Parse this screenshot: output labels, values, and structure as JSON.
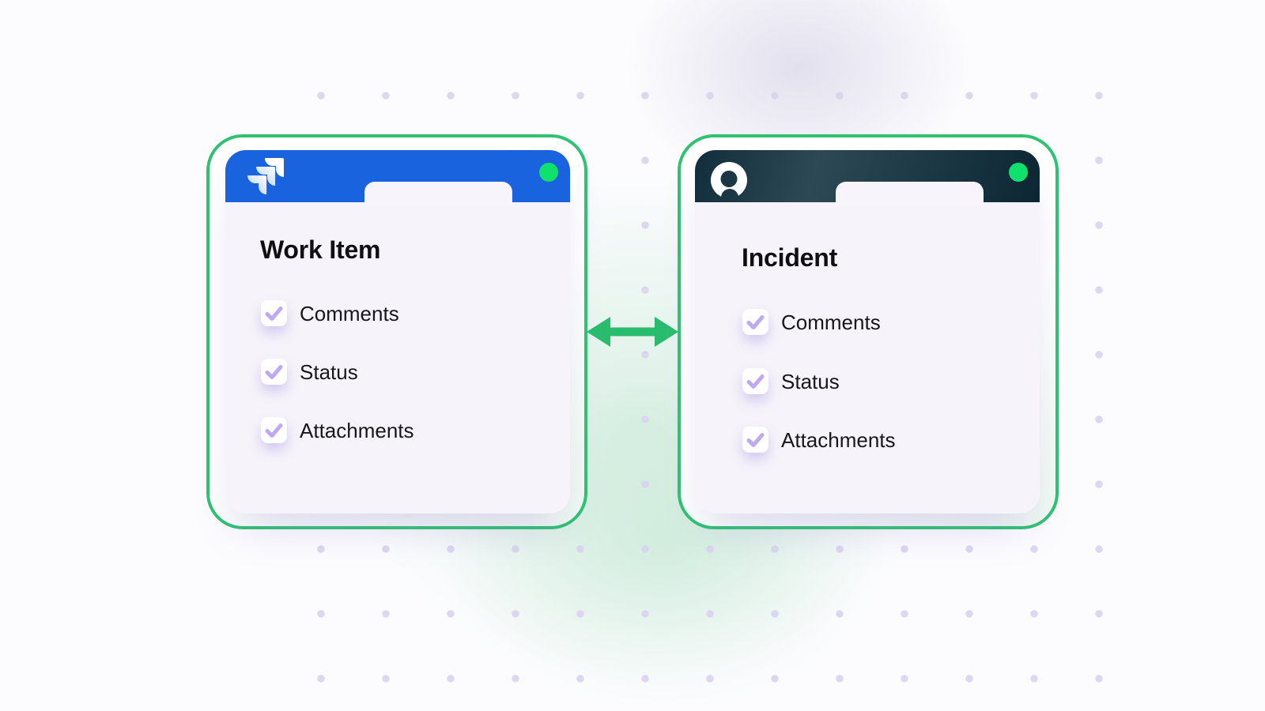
{
  "left_card": {
    "title": "Work Item",
    "logo_icon": "jira-logo",
    "header_color": "#1a63de",
    "status_dot_color": "#10e06c",
    "items": [
      {
        "label": "Comments",
        "checked": true
      },
      {
        "label": "Status",
        "checked": true
      },
      {
        "label": "Attachments",
        "checked": true
      }
    ]
  },
  "right_card": {
    "title": "Incident",
    "logo_icon": "incident-logo",
    "header_color": "#14303f",
    "status_dot_color": "#10e06c",
    "items": [
      {
        "label": "Comments",
        "checked": true
      },
      {
        "label": "Status",
        "checked": true
      },
      {
        "label": "Attachments",
        "checked": true
      }
    ]
  },
  "connector": {
    "icon": "double-arrow-icon",
    "direction": "bidirectional",
    "color": "#2abc6e"
  },
  "theme": {
    "card_border_green": "#2fc273",
    "checkbox_check_color": "#bfa9f0",
    "background_dot_color": "#d9d3ee",
    "card_body_color": "#f6f4fa"
  }
}
